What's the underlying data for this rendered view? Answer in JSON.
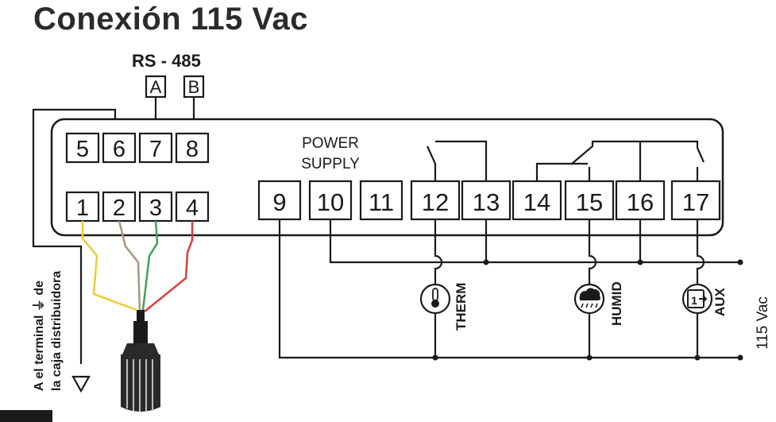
{
  "title": "Conexión 115 Vac",
  "rs485": {
    "label": "RS - 485",
    "a": "A",
    "b": "B"
  },
  "power_supply": {
    "line1": "POWER",
    "line2": "SUPPLY"
  },
  "terminals": {
    "top_row": [
      "5",
      "6",
      "7",
      "8"
    ],
    "bottom_row": [
      "1",
      "2",
      "3",
      "4"
    ],
    "right_row": [
      "9",
      "10",
      "11",
      "12",
      "13",
      "14",
      "15",
      "16",
      "17"
    ]
  },
  "loads": [
    "THERM",
    "HUMID",
    "AUX"
  ],
  "supply_label": "115 Vac",
  "ground_note": {
    "line1": "A el terminal ⏚ de",
    "line2": "la caja distribuidora"
  },
  "colors": {
    "ink": "#1a1a1a",
    "yellow_wire": "#f2cc2e",
    "brown_wire": "#a89580",
    "green_wire": "#3aa35a",
    "red_wire": "#e03b3b"
  }
}
